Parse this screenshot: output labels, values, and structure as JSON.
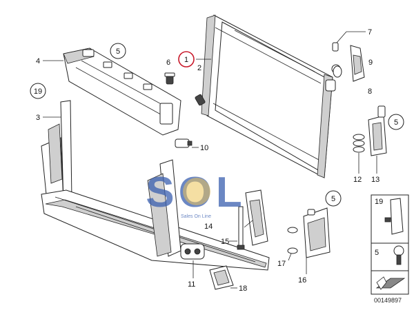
{
  "labels": {
    "l1": "1",
    "l2": "2",
    "l3": "3",
    "l4": "4",
    "l5a": "5",
    "l5b": "5",
    "l5c": "5",
    "l6": "6",
    "l7": "7",
    "l8": "8",
    "l9": "9",
    "l10": "10",
    "l11": "11",
    "l12": "12",
    "l13": "13",
    "l14": "14",
    "l15": "15",
    "l16": "16",
    "l17": "17",
    "l18": "18",
    "l19": "19"
  },
  "legend": {
    "item19": "19",
    "item5": "5"
  },
  "watermark": {
    "text": "SOL",
    "subtitle": "Sales On Line"
  },
  "reference_number": "00149897",
  "colors": {
    "highlight": "#c8182a",
    "watermark_blue": "#3a5fb0",
    "watermark_yellow": "#e8b020"
  }
}
